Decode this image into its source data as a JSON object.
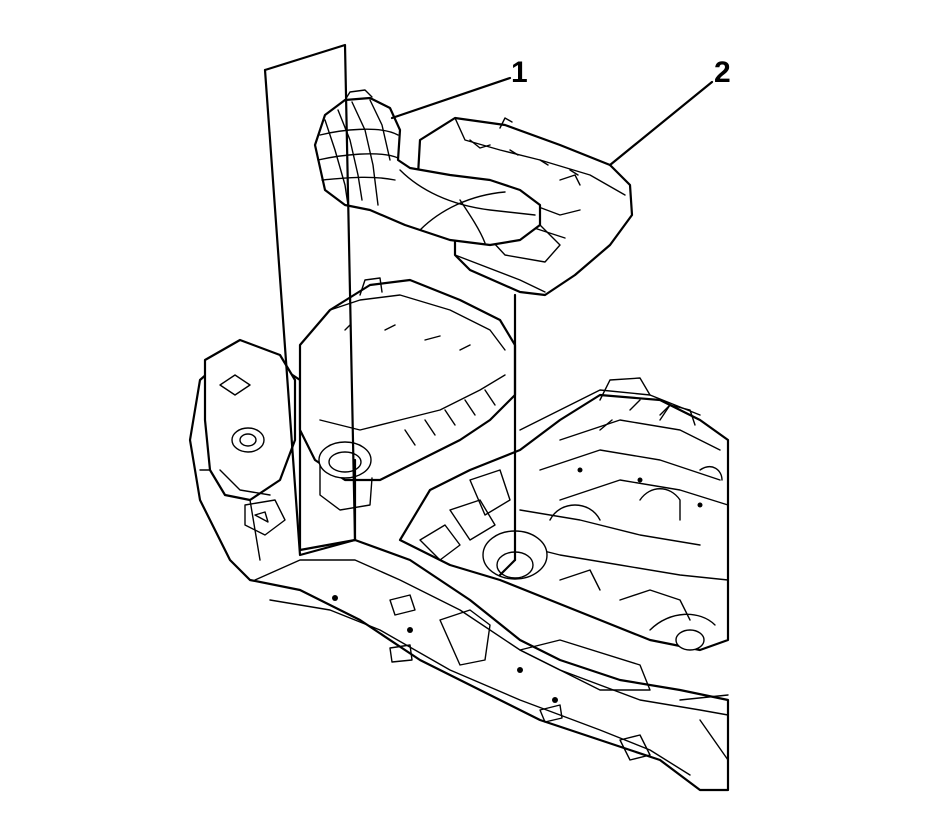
{
  "callouts": [
    {
      "id": 1,
      "label": "1"
    },
    {
      "id": 2,
      "label": "2"
    }
  ]
}
